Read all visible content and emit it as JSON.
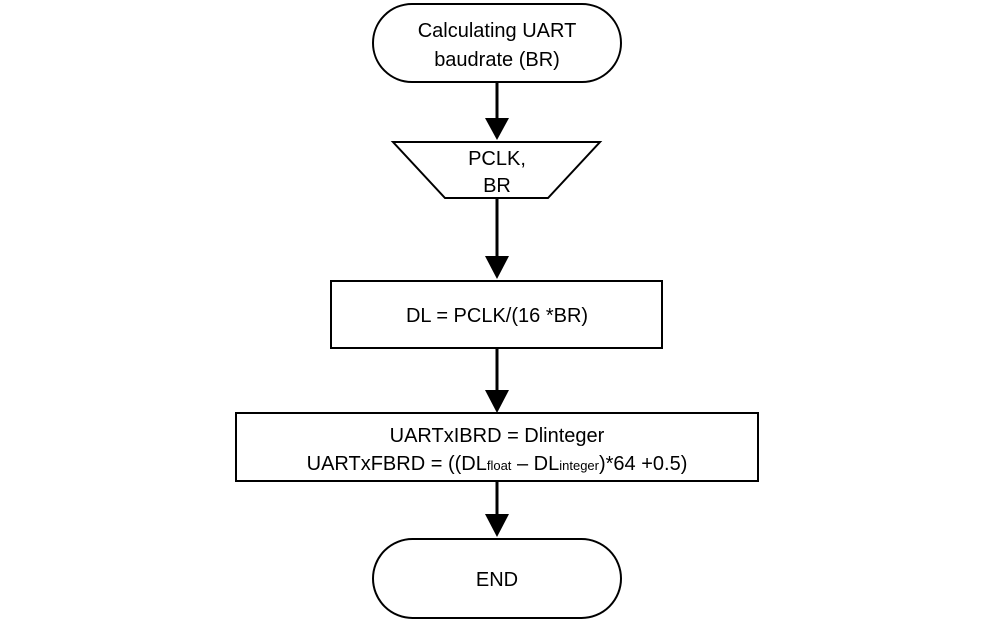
{
  "diagram": {
    "start": {
      "line1": "Calculating UART",
      "line2": "baudrate (BR)"
    },
    "input": {
      "line1": "PCLK,",
      "line2": "BR"
    },
    "process1": {
      "text": "DL = PCLK/(16 *BR)"
    },
    "process2": {
      "line1": "UARTxIBRD = Dlinteger",
      "line2_prefix": "UARTxFBRD = ((DL",
      "line2_sub1": "float",
      "line2_mid": " – DL",
      "line2_sub2": "integer",
      "line2_suffix": ")*64 +0.5)"
    },
    "end": {
      "text": "END"
    }
  }
}
